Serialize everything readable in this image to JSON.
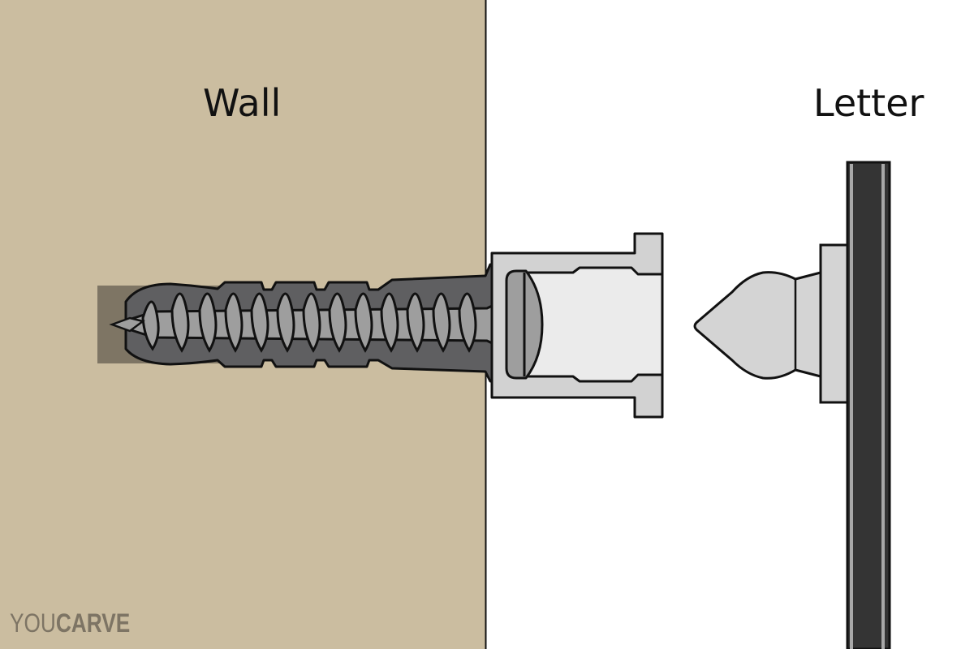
{
  "diagram": {
    "labels": {
      "wall": "Wall",
      "letter": "Letter"
    },
    "brand": {
      "prefix": "YOU",
      "suffix": "CARVE"
    },
    "components": [
      {
        "name": "wall",
        "description": "Wall section (beige)"
      },
      {
        "name": "wall-plug",
        "description": "Dark grey ribbed wall anchor"
      },
      {
        "name": "screw",
        "description": "Threaded screw inside anchor"
      },
      {
        "name": "screw-head",
        "description": "Pan head of screw"
      },
      {
        "name": "sleeve-cup",
        "description": "Light grey sleeve / socket mounted on screw head"
      },
      {
        "name": "stud-pin",
        "description": "Bullet-shaped pin attached to letter back"
      },
      {
        "name": "letter-panel",
        "description": "Dark letter cross-section"
      }
    ],
    "colors": {
      "wall": "#cbbda0",
      "wall_hole": "#7e7564",
      "anchor": "#5f5f61",
      "screw": "#9e9e9e",
      "sleeve": "#d2d2d2",
      "sleeve_inner": "#ebebeb",
      "stud": "#d4d4d4",
      "letter": "#343434",
      "letter_edge": "#a8a8a8",
      "outline": "#111111",
      "brand": "#7d7464",
      "background": "#ffffff"
    }
  }
}
